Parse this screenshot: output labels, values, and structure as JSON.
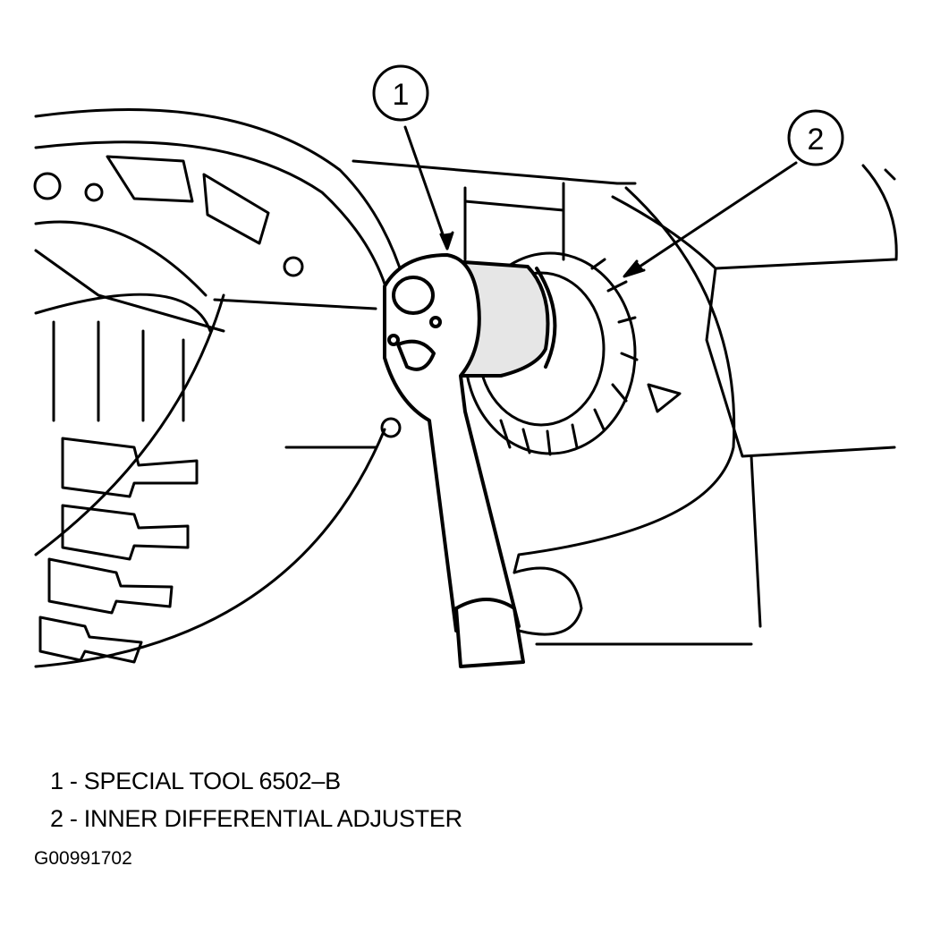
{
  "callouts": [
    {
      "number": "1"
    },
    {
      "number": "2"
    }
  ],
  "legend": [
    {
      "text": "1 - SPECIAL TOOL 6502–B"
    },
    {
      "text": "2 - INNER DIFFERENTIAL ADJUSTER"
    }
  ],
  "figure_id": "G00991702"
}
